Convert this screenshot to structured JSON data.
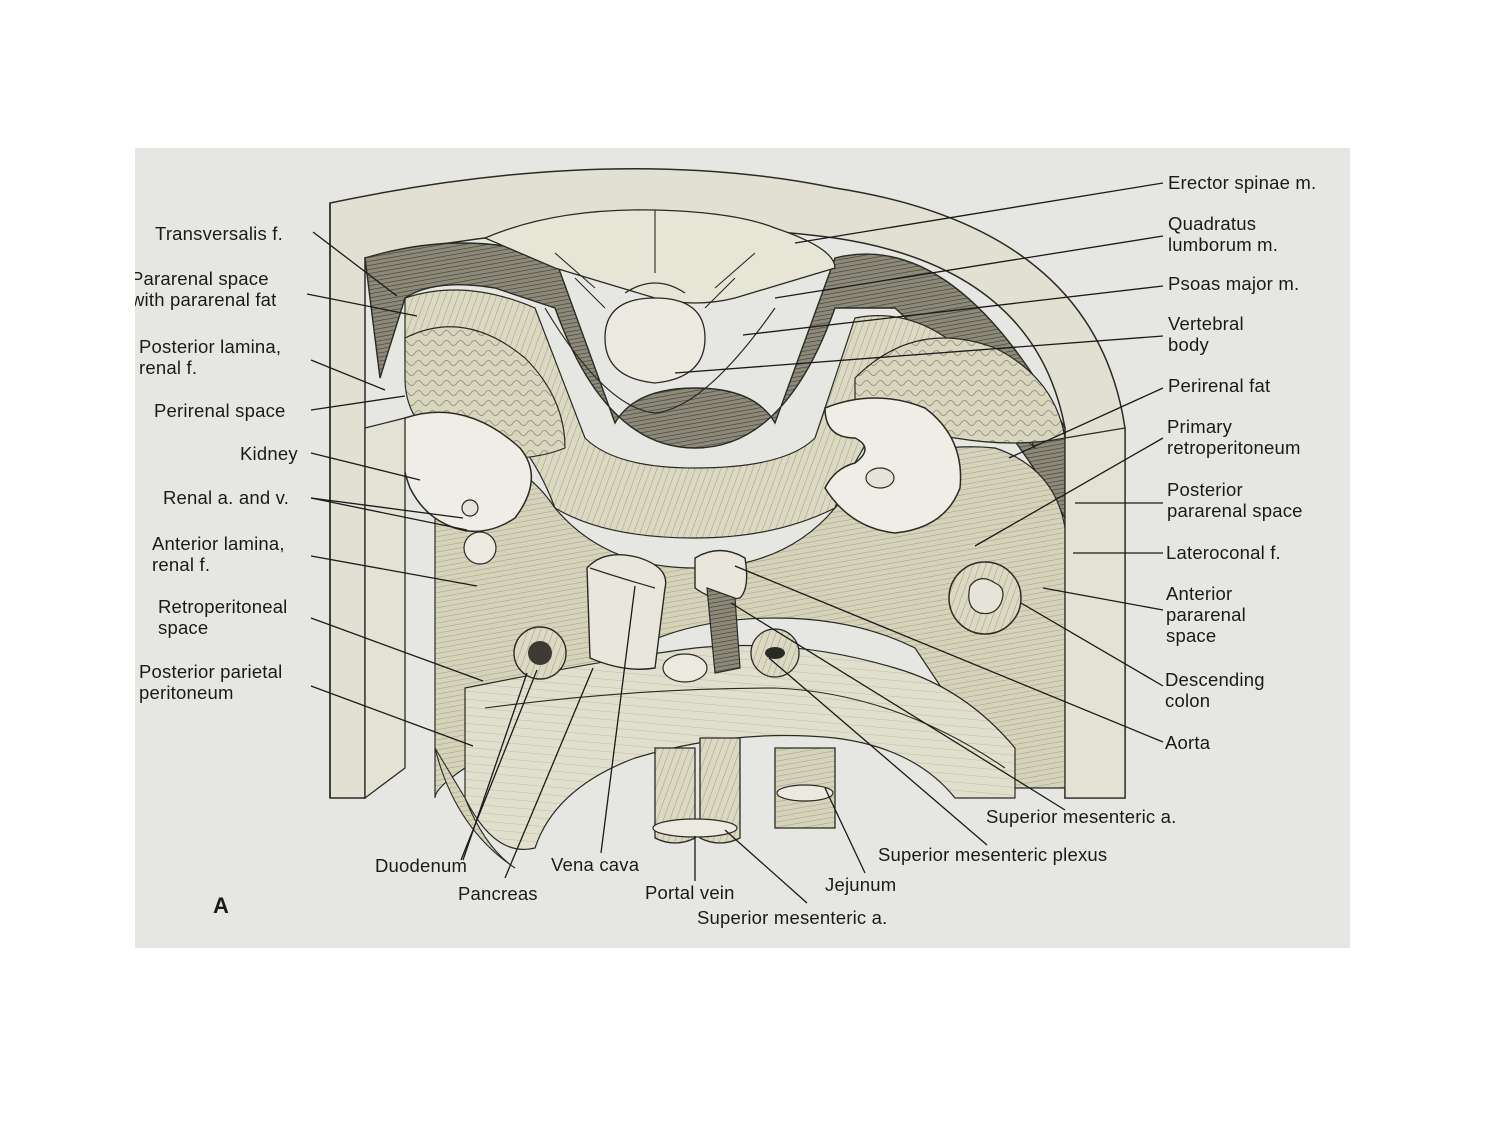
{
  "figure": {
    "panel_label": "A",
    "labels_left": [
      {
        "id": "transversalis",
        "text": "Transversalis f."
      },
      {
        "id": "pararenal-fat",
        "text": "Pararenal space\nwith pararenal fat"
      },
      {
        "id": "posterior-lamina",
        "text": "Posterior lamina,\nrenal f."
      },
      {
        "id": "perirenal-space",
        "text": "Perirenal space"
      },
      {
        "id": "kidney",
        "text": "Kidney"
      },
      {
        "id": "renal-a-v",
        "text": "Renal a. and v."
      },
      {
        "id": "anterior-lamina",
        "text": "Anterior lamina,\nrenal f."
      },
      {
        "id": "retroperitoneal-space",
        "text": "Retroperitoneal\nspace"
      },
      {
        "id": "posterior-parietal-peritoneum",
        "text": "Posterior parietal\nperitoneum"
      }
    ],
    "labels_right": [
      {
        "id": "erector-spinae",
        "text": "Erector spinae m."
      },
      {
        "id": "quadratus-lumborum",
        "text": "Quadratus\nlumborum m."
      },
      {
        "id": "psoas-major",
        "text": "Psoas major m."
      },
      {
        "id": "vertebral-body",
        "text": "Vertebral\nbody"
      },
      {
        "id": "perirenal-fat",
        "text": "Perirenal fat"
      },
      {
        "id": "primary-retroperitoneum",
        "text": "Primary\nretroperitoneum"
      },
      {
        "id": "posterior-pararenal-space",
        "text": "Posterior\npararenal space"
      },
      {
        "id": "lateroconal",
        "text": "Lateroconal f."
      },
      {
        "id": "anterior-pararenal-space",
        "text": "Anterior\npararenal\nspace"
      },
      {
        "id": "descending-colon",
        "text": "Descending\ncolon"
      },
      {
        "id": "aorta",
        "text": "Aorta"
      },
      {
        "id": "superior-mesenteric-a-right",
        "text": "Superior mesenteric a."
      },
      {
        "id": "superior-mesenteric-plexus",
        "text": "Superior mesenteric plexus"
      }
    ],
    "labels_bottom": [
      {
        "id": "duodenum",
        "text": "Duodenum"
      },
      {
        "id": "vena-cava",
        "text": "Vena cava"
      },
      {
        "id": "pancreas",
        "text": "Pancreas"
      },
      {
        "id": "portal-vein",
        "text": "Portal vein"
      },
      {
        "id": "jejunum",
        "text": "Jejunum"
      },
      {
        "id": "superior-mesenteric-a-bottom",
        "text": "Superior mesenteric a."
      }
    ],
    "colors": {
      "background": "#e6e6e3",
      "ink": "#2a2a24",
      "tissue": "#d9d6bf",
      "fat": "#cfcbb2",
      "muscle": "#6b685c"
    }
  }
}
